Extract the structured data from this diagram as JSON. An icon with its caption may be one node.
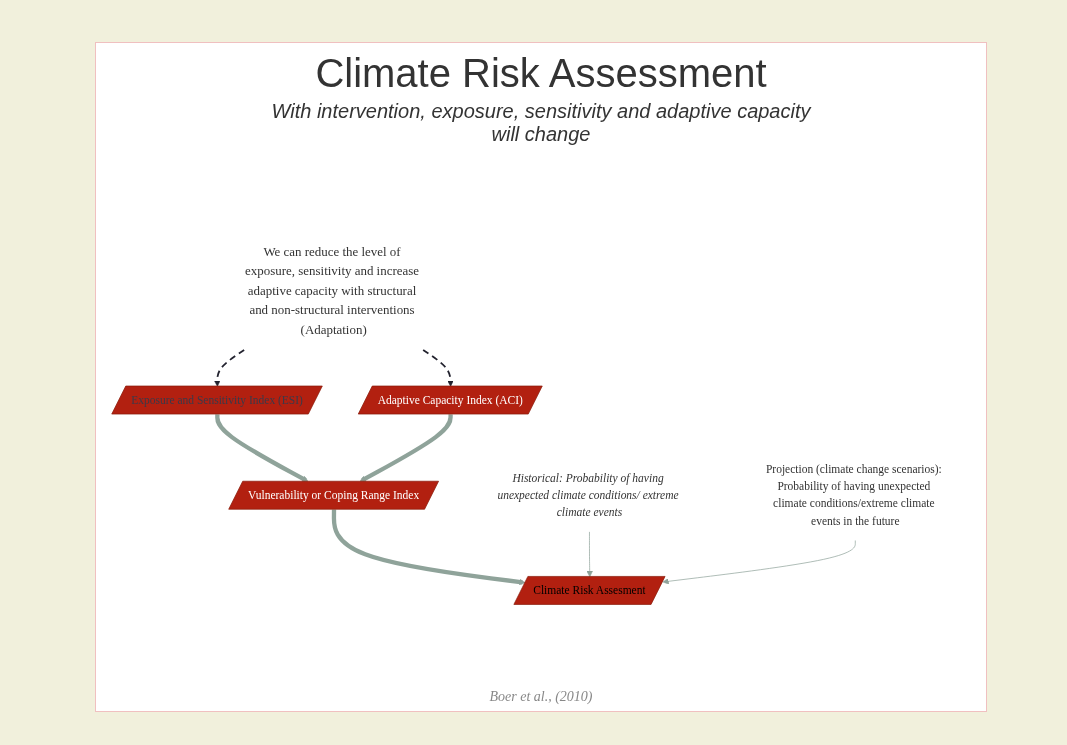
{
  "diagram": {
    "title": "Climate Risk Assessment",
    "nodes": [
      {
        "text": [
          "Exposure and Sensitivity Index (ESI)"
        ]
      },
      {
        "text": [
          "Adaptive Capacity Index (ACI)"
        ]
      },
      {
        "text": [
          "Vulnerability or Coping Range Index"
        ]
      },
      {
        "text": [
          "Historical: Probability of having unexpected climate conditions/ extreme climate events"
        ]
      },
      {
        "text": [
          "Projection (climate change scenarios): Probability of having unexpected climate conditions/extreme climate events in the future"
        ]
      },
      {
        "text": [
          "Climate Risk Assesment"
        ]
      },
      {
        "text": [
          "We can reduce the level of exposure, sensitivity and increase adaptive capacity with structural and non-structural interventions (Adaptation)"
        ]
      }
    ],
    "edges": [
      {
        "from": 0,
        "to": 2,
        "arrow": "to",
        "style": "thick"
      },
      {
        "from": 1,
        "to": 2,
        "arrow": "to",
        "style": "thick"
      },
      {
        "from": 2,
        "to": 5,
        "arrow": "to",
        "style": "thick"
      },
      {
        "from": 3,
        "to": 5,
        "arrow": "to"
      },
      {
        "from": 4,
        "to": 5,
        "arrow": "to"
      },
      {
        "from": 6,
        "to": 0,
        "arrow": "to",
        "style": "dashed",
        "color": "#23232f"
      },
      {
        "from": 6,
        "to": 1,
        "arrow": "to",
        "style": "dashed",
        "color": "#23232f"
      }
    ],
    "labels": [
      "With intervention, exposure, sensitivity and adaptive capacity will change",
      "Boer et al., (2010)"
    ]
  }
}
